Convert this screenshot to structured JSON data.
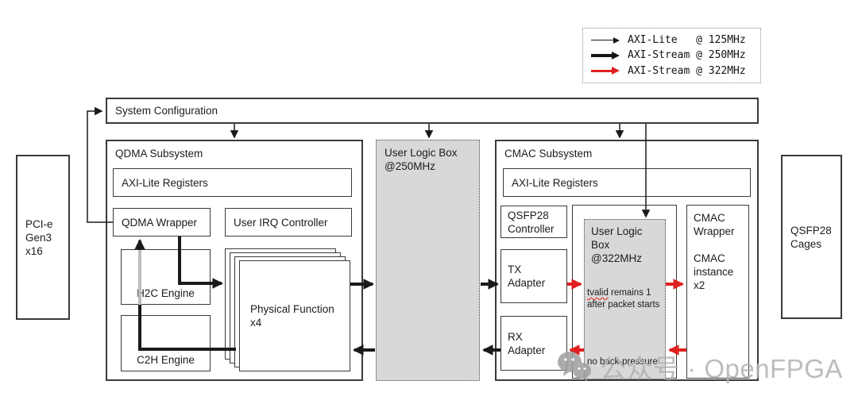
{
  "legend": {
    "items": [
      {
        "label": "AXI-Lite   @ 125MHz",
        "style": "thin-black"
      },
      {
        "label": "AXI-Stream @ 250MHz",
        "style": "thick-black"
      },
      {
        "label": "AXI-Stream @ 322MHz",
        "style": "thick-red"
      }
    ]
  },
  "blocks": {
    "system_configuration": "System Configuration",
    "pcie": "PCI-e\nGen3\nx16",
    "qdma_subsystem": "QDMA Subsystem",
    "qdma_axi_lite_registers": "AXI-Lite Registers",
    "qdma_wrapper": "QDMA Wrapper",
    "user_irq_controller": "User IRQ Controller",
    "h2c_engine": "H2C Engine",
    "c2h_engine": "C2H Engine",
    "physical_function": "Physical Function\nx4",
    "user_logic_box_250": "User Logic Box\n@250MHz",
    "cmac_subsystem": "CMAC Subsystem",
    "cmac_axi_lite_registers": "AXI-Lite Registers",
    "qsfp28_controller": "QSFP28\nController",
    "tx_adapter": "TX\nAdapter",
    "rx_adapter": "RX\nAdapter",
    "user_logic_box_322": "User Logic\nBox\n@322MHz",
    "cmac_wrapper": "CMAC\nWrapper\n\nCMAC\ninstance\nx2",
    "qsfp28_cages": "QSFP28\nCages"
  },
  "annotations": {
    "tvalid_word": "tvalid",
    "tvalid_rest": " remains 1\nafter packet starts",
    "no_backpressure": "no back-pressure"
  },
  "watermark": {
    "text": "公众号 · OpenFPGA",
    "icon": "wechat-icon"
  },
  "colors": {
    "accent_red": "#e02020",
    "box_gray": "#d8d8d8",
    "border_dark": "#3a3a3a",
    "watermark_gray": "#b2b2b2"
  }
}
